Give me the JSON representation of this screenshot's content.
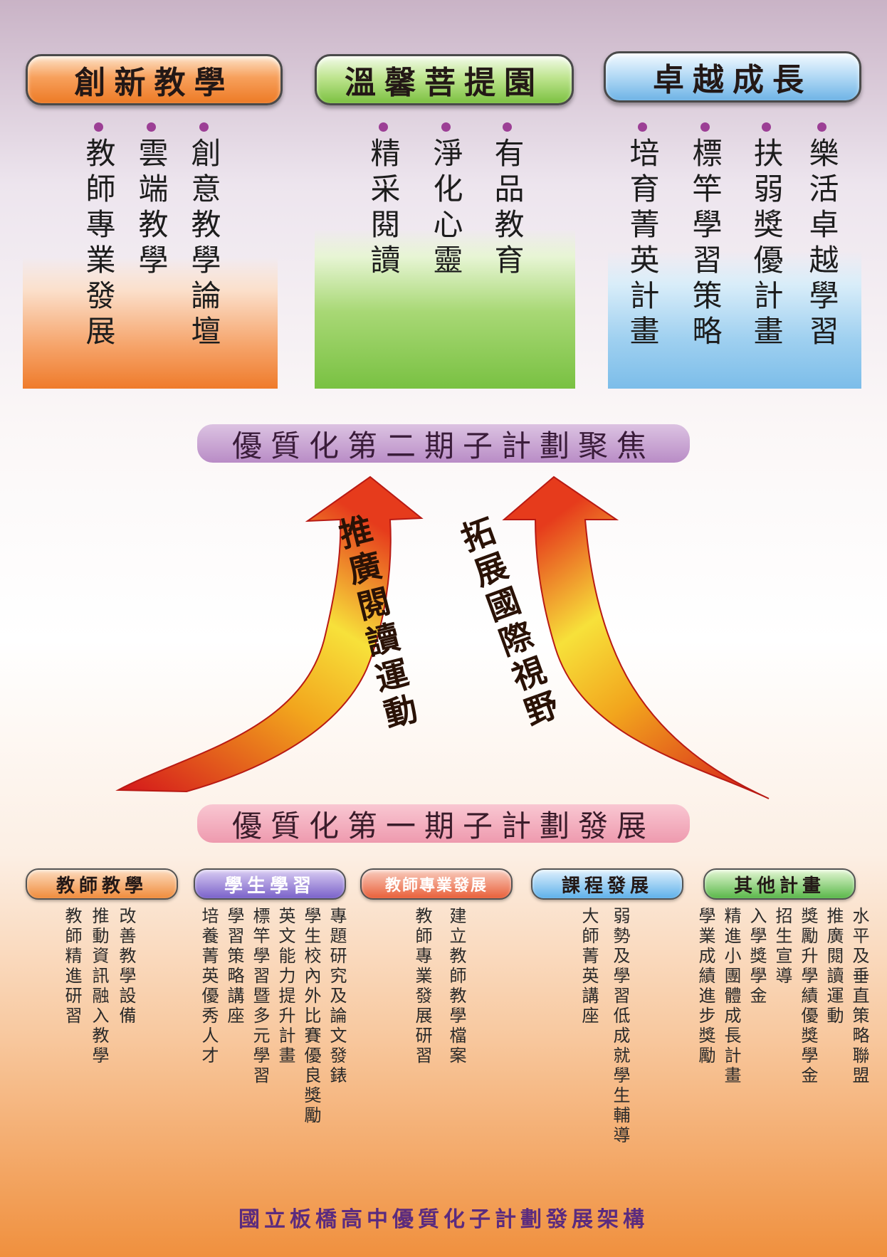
{
  "top_boxes": [
    {
      "title": "創新教學",
      "items": [
        "教師專業發展",
        "雲端教學",
        "創意教學論壇"
      ]
    },
    {
      "title": "溫馨菩提園",
      "items": [
        "精采閱讀",
        "淨化心靈",
        "有品教育"
      ]
    },
    {
      "title": "卓越成長",
      "items": [
        "培育菁英計畫",
        "標竿學習策略",
        "扶弱獎優計畫",
        "樂活卓越學習"
      ]
    }
  ],
  "phase2_label": "優質化第二期子計劃聚焦",
  "arrow_left": "推廣閱讀運動",
  "arrow_right": "拓展國際視野",
  "phase1_label": "優質化第一期子計劃發展",
  "categories": [
    {
      "title": "教師教學",
      "items": [
        "教師精進研習",
        "推動資訊融入教學",
        "改善教學設備"
      ]
    },
    {
      "title": "學生學習",
      "items": [
        "培養菁英優秀人才",
        "學習策略講座",
        "標竿學習暨多元學習",
        "英文能力提升計畫",
        "學生校內外比賽優良獎勵",
        "專題研究及論文發錶"
      ]
    },
    {
      "title": "教師專業發展",
      "items": [
        "教師專業發展研習",
        "建立教師教學檔案"
      ]
    },
    {
      "title": "課程發展",
      "items": [
        "大師菁英講座",
        "弱勢及學習低成就學生輔導"
      ]
    },
    {
      "title": "其他計畫",
      "items": [
        "學業成績進步獎勵",
        "精進小團體成長計畫",
        "入學獎學金",
        "招生宣導",
        "獎勵升學績優獎學金",
        "推廣閱讀運動",
        "水平及垂直策略聯盟"
      ]
    }
  ],
  "footer": "國立板橋高中優質化子計劃發展架構"
}
